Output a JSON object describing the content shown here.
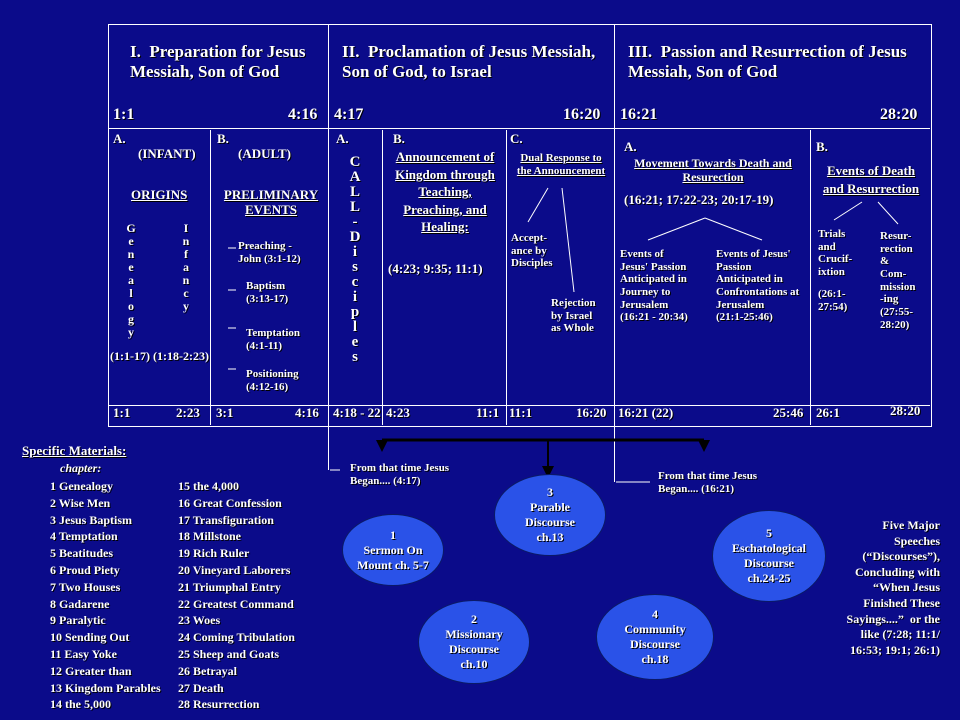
{
  "sections": {
    "s1": {
      "title": "I.  Preparation for Jesus\nMessiah, Son of God",
      "start": "1:1",
      "end": "4:16"
    },
    "s2": {
      "title": "II.  Proclamation of Jesus Messiah,\nSon of God, to Israel",
      "start": "4:17",
      "end": "16:20"
    },
    "s3": {
      "title": "III.  Passion and Resurrection of Jesus\nMessiah, Son of God",
      "start": "16:21",
      "end": "28:20"
    }
  },
  "s1": {
    "a_label": "A.",
    "a_sub": "(INFANT)",
    "origins": "ORIGINS",
    "genealogy": "Genealogy",
    "infancy": "Infancy",
    "origins_refs": "(1:1-17) (1:18-2:23)",
    "b_label": "B.",
    "b_sub": "(ADULT)",
    "prelim": "PRELIMINARY\nEVENTS",
    "preaching": "Preaching -\nJohn (3:1-12)",
    "baptism": "Baptism\n(3:13-17)",
    "temptation": "Temptation\n(4:1-11)",
    "positioning": "Positioning\n(4:12-16)"
  },
  "s2": {
    "a_label": "A.",
    "disciples": "CALL-Disciples",
    "b_label": "B.",
    "announcement": "Announcement of\nKingdom through\nTeaching,\nPreaching, and\nHealing:",
    "announcement_refs": "(4:23; 9:35; 11:1)",
    "c_label": "C.",
    "dual": "Dual Response to\nthe Announcement",
    "acceptance": "Accept-\nance by\nDisciples",
    "rejection": "Rejection\nby Israel\nas Whole"
  },
  "s3": {
    "a_label": "A.",
    "movement": "Movement Towards Death and\nResurection",
    "movement_refs": "(16:21; 17:22-23; 20:17-19)",
    "events1": "Events of\nJesus' Passion\nAnticipated in\nJourney to\nJerusalem\n(16:21 - 20:34)",
    "events2": "Events of Jesus'\nPassion\nAnticipated in\nConfrontations at\nJerusalem\n(21:1-25:46)",
    "b_label": "B.",
    "death": "Events of Death\nand Resurrection",
    "trials": "Trials\nand\nCrucif-\nixtion",
    "trials_ref": "(26:1-\n27:54)",
    "resurrection": "Resur-\nrection\n&\nCom-\nmission\n-ing",
    "resurrection_ref": "(27:55-\n28:20)"
  },
  "bottom_refs": [
    "1:1",
    "2:23",
    "3:1",
    "4:16",
    "4:18 - 22",
    "4:23",
    "11:1",
    "11:1",
    "16:20",
    "16:21 (22)",
    "25:46",
    "26:1",
    "28:20"
  ],
  "from_that_time_1": "From that time Jesus\nBegan.... (4:17)",
  "from_that_time_2": "From that time Jesus\nBegan.... (16:21)",
  "discourses": [
    {
      "num": "1",
      "label": "Sermon On\nMount ch. 5-7"
    },
    {
      "num": "2",
      "label": "Missionary\nDiscourse\nch.10"
    },
    {
      "num": "3",
      "label": "Parable\nDiscourse\nch.13"
    },
    {
      "num": "4",
      "label": "Community\nDiscourse\nch.18"
    },
    {
      "num": "5",
      "label": "Eschatological\nDiscourse\nch.24-25"
    }
  ],
  "five_major": "Five Major\nSpeeches\n(“Discourses”),\nConcluding with\n“When Jesus\nFinished These\nSayings....”  or the\nlike (7:28; 11:1/\n16:53; 19:1; 26:1)",
  "materials": {
    "title": "Specific Materials:",
    "chapter": "chapter:",
    "col1": [
      "1 Genealogy",
      "2 Wise Men",
      "3 Jesus Baptism",
      "4 Temptation",
      "5 Beatitudes",
      "6 Proud Piety",
      "7 Two Houses",
      "8 Gadarene",
      "9 Paralytic",
      "10 Sending Out",
      "11 Easy Yoke",
      "12 Greater than",
      "13 Kingdom Parables",
      "14 the 5,000"
    ],
    "col2": [
      "15 the 4,000",
      "16 Great Confession",
      "17 Transfiguration",
      "18 Millstone",
      "19 Rich Ruler",
      "20 Vineyard Laborers",
      "21 Triumphal Entry",
      "22 Greatest Command",
      "23 Woes",
      "24 Coming Tribulation",
      "25 Sheep and Goats",
      "26 Betrayal",
      "27 Death",
      "28 Resurrection"
    ]
  },
  "colors": {
    "background": "#0b0b8a",
    "ellipse": "#2a52e8",
    "text": "#ffffff"
  }
}
